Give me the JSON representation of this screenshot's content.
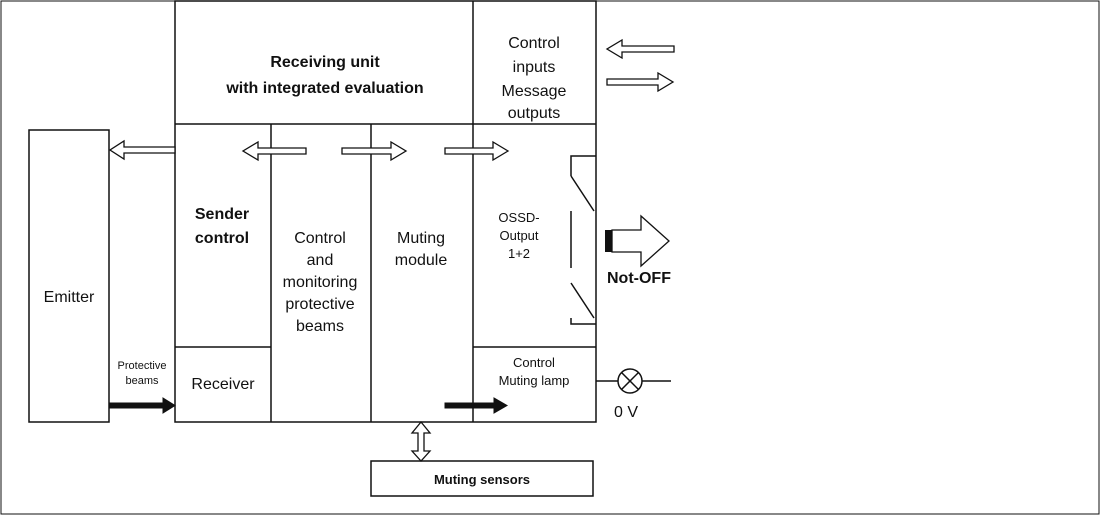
{
  "receiving_unit": {
    "line1": "Receiving unit",
    "line2": "with integrated evaluation"
  },
  "control_io": {
    "line1": "Control",
    "line2": "inputs",
    "line3": "Message",
    "line4": "outputs"
  },
  "emitter": {
    "label": "Emitter"
  },
  "sender_control": {
    "line1": "Sender",
    "line2": "control"
  },
  "receiver": {
    "label": "Receiver"
  },
  "control_monitoring": {
    "line1": "Control",
    "line2": "and",
    "line3": "monitoring",
    "line4": "protective",
    "line5": "beams"
  },
  "muting_module": {
    "line1": "Muting",
    "line2": "module"
  },
  "ossd": {
    "line1": "OSSD-",
    "line2": "Output",
    "line3": "1+2"
  },
  "not_off": {
    "label": "Not-OFF"
  },
  "protective_beams": {
    "line1": "Protective",
    "line2": "beams"
  },
  "muting_lamp_control": {
    "line1": "Control",
    "line2": "Muting lamp"
  },
  "zero_volt": {
    "label": "0 V"
  },
  "muting_sensors": {
    "label": "Muting sensors"
  }
}
